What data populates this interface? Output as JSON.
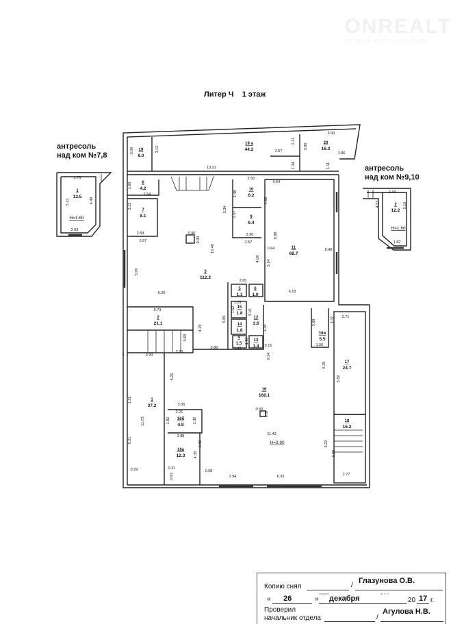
{
  "watermark": {
    "brand": "ONREALT",
    "tagline": "НЕДВИЖИМОСТЬ ОНЛАЙН"
  },
  "title": "Литер Ч    1 этаж",
  "mezzanines": [
    {
      "label_line1": "антресоль",
      "label_line2": "над ком №7,8"
    },
    {
      "label_line1": "антресоль",
      "label_line2": "над ком №9,10"
    }
  ],
  "rooms": [
    {
      "num": "19",
      "area": "6.0"
    },
    {
      "num": "19 а",
      "area": "44.2"
    },
    {
      "num": "20",
      "area": "16.3"
    },
    {
      "num": "8",
      "area": "4.2"
    },
    {
      "num": "10",
      "area": "6.2"
    },
    {
      "num": "7",
      "area": "8.1"
    },
    {
      "num": "9",
      "area": "6.4"
    },
    {
      "num": "11",
      "area": "68.7"
    },
    {
      "num": "3",
      "area": "112.2"
    },
    {
      "num": "5",
      "area": "1.1"
    },
    {
      "num": "6",
      "area": "1.0"
    },
    {
      "num": "15",
      "area": "1.8"
    },
    {
      "num": "2",
      "area": "21.1"
    },
    {
      "num": "12",
      "area": "3.6"
    },
    {
      "num": "14",
      "area": "1.8"
    },
    {
      "num": "4",
      "area": "1.5"
    },
    {
      "num": "13",
      "area": "1.4"
    },
    {
      "num": "16в",
      "area": "5.5"
    },
    {
      "num": "17",
      "area": "24.7"
    },
    {
      "num": "16",
      "area": "166.1"
    },
    {
      "num": "1",
      "area": "37.2"
    },
    {
      "num": "16б",
      "area": "4.9"
    },
    {
      "num": "18",
      "area": "16.2"
    },
    {
      "num": "16а",
      "area": "12.3"
    },
    {
      "num": "1",
      "area": "13.5"
    },
    {
      "num": "2",
      "area": "12.2"
    }
  ],
  "heights": [
    "Н=3.90",
    "Н=1.60",
    "Н=1.60"
  ],
  "dimensions": [
    "5.93",
    "3.09",
    "3.12",
    "2.57",
    "2.21",
    "3.86",
    "1.96",
    "13.21",
    "1.34",
    "1.11",
    "0.64",
    "2.50",
    "1.60",
    "2.64",
    "2.48",
    "4.92",
    "3.12",
    "5.34",
    "2.57",
    "2.58",
    "2.50",
    "0.90",
    "0.90",
    "2.67",
    "15.48",
    "2.57",
    "0.88",
    "0.64",
    "0.40",
    "4.08",
    "5.14",
    "5.99",
    "6.26",
    "6.18",
    "2.65",
    "5.73",
    "1.29",
    "1.62",
    "3.16",
    "4.29",
    "5.96",
    "3.38",
    "3.69",
    "1.30",
    "1.16",
    "2.86",
    "0.15",
    "0.54",
    "3.20",
    "2.20",
    "3.68",
    "3.37",
    "2.71",
    "1.50",
    "5.28",
    "5.25",
    "5.82",
    "3.05",
    "1.31",
    "11.73",
    "2.21",
    "1.82",
    "1.32",
    "0.50",
    "0.57",
    "11.43",
    "2.88",
    "6.42",
    "5.21",
    "5.22",
    "4.35",
    "5.86",
    "0.29",
    "0.31",
    "0.61",
    "0.58",
    "2.94",
    "6.33",
    "2.77",
    "2.76",
    "5.12",
    "4.49",
    "2.03",
    "2.43",
    "4.52",
    "5.10",
    "1.82"
  ],
  "signature_block": {
    "copied_label": "Копию снял",
    "copied_name": "Глазунова О.В.",
    "sign_hint": "подпись",
    "fio_hint": "ф. и. о.",
    "day": "26",
    "month": "декабря",
    "year_prefix": "20",
    "year_suffix": "17",
    "year_unit": "г.",
    "checked_label_1": "Проверил",
    "checked_label_2": "начальник отдела",
    "checked_name": "Агулова Н.В."
  }
}
